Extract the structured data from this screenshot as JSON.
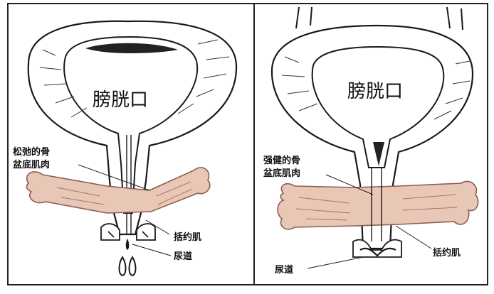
{
  "left_panel": {
    "title": "膀胱口",
    "muscle_label_line1": "松弛的骨",
    "muscle_label_line2": "盆底肌肉",
    "sphincter_label": "括约肌",
    "urethra_label": "尿道"
  },
  "right_panel": {
    "title": "膀胱口",
    "muscle_label_line1": "强健的骨",
    "muscle_label_line2": "盆底肌肉",
    "urethra_label": "尿道",
    "sphincter_label": "括约肌"
  },
  "colors": {
    "outline": "#1a1a1a",
    "muscle_fill": "#e9c7b7",
    "muscle_stroke": "#8a5e52",
    "bladder_fill": "#ffffff"
  }
}
